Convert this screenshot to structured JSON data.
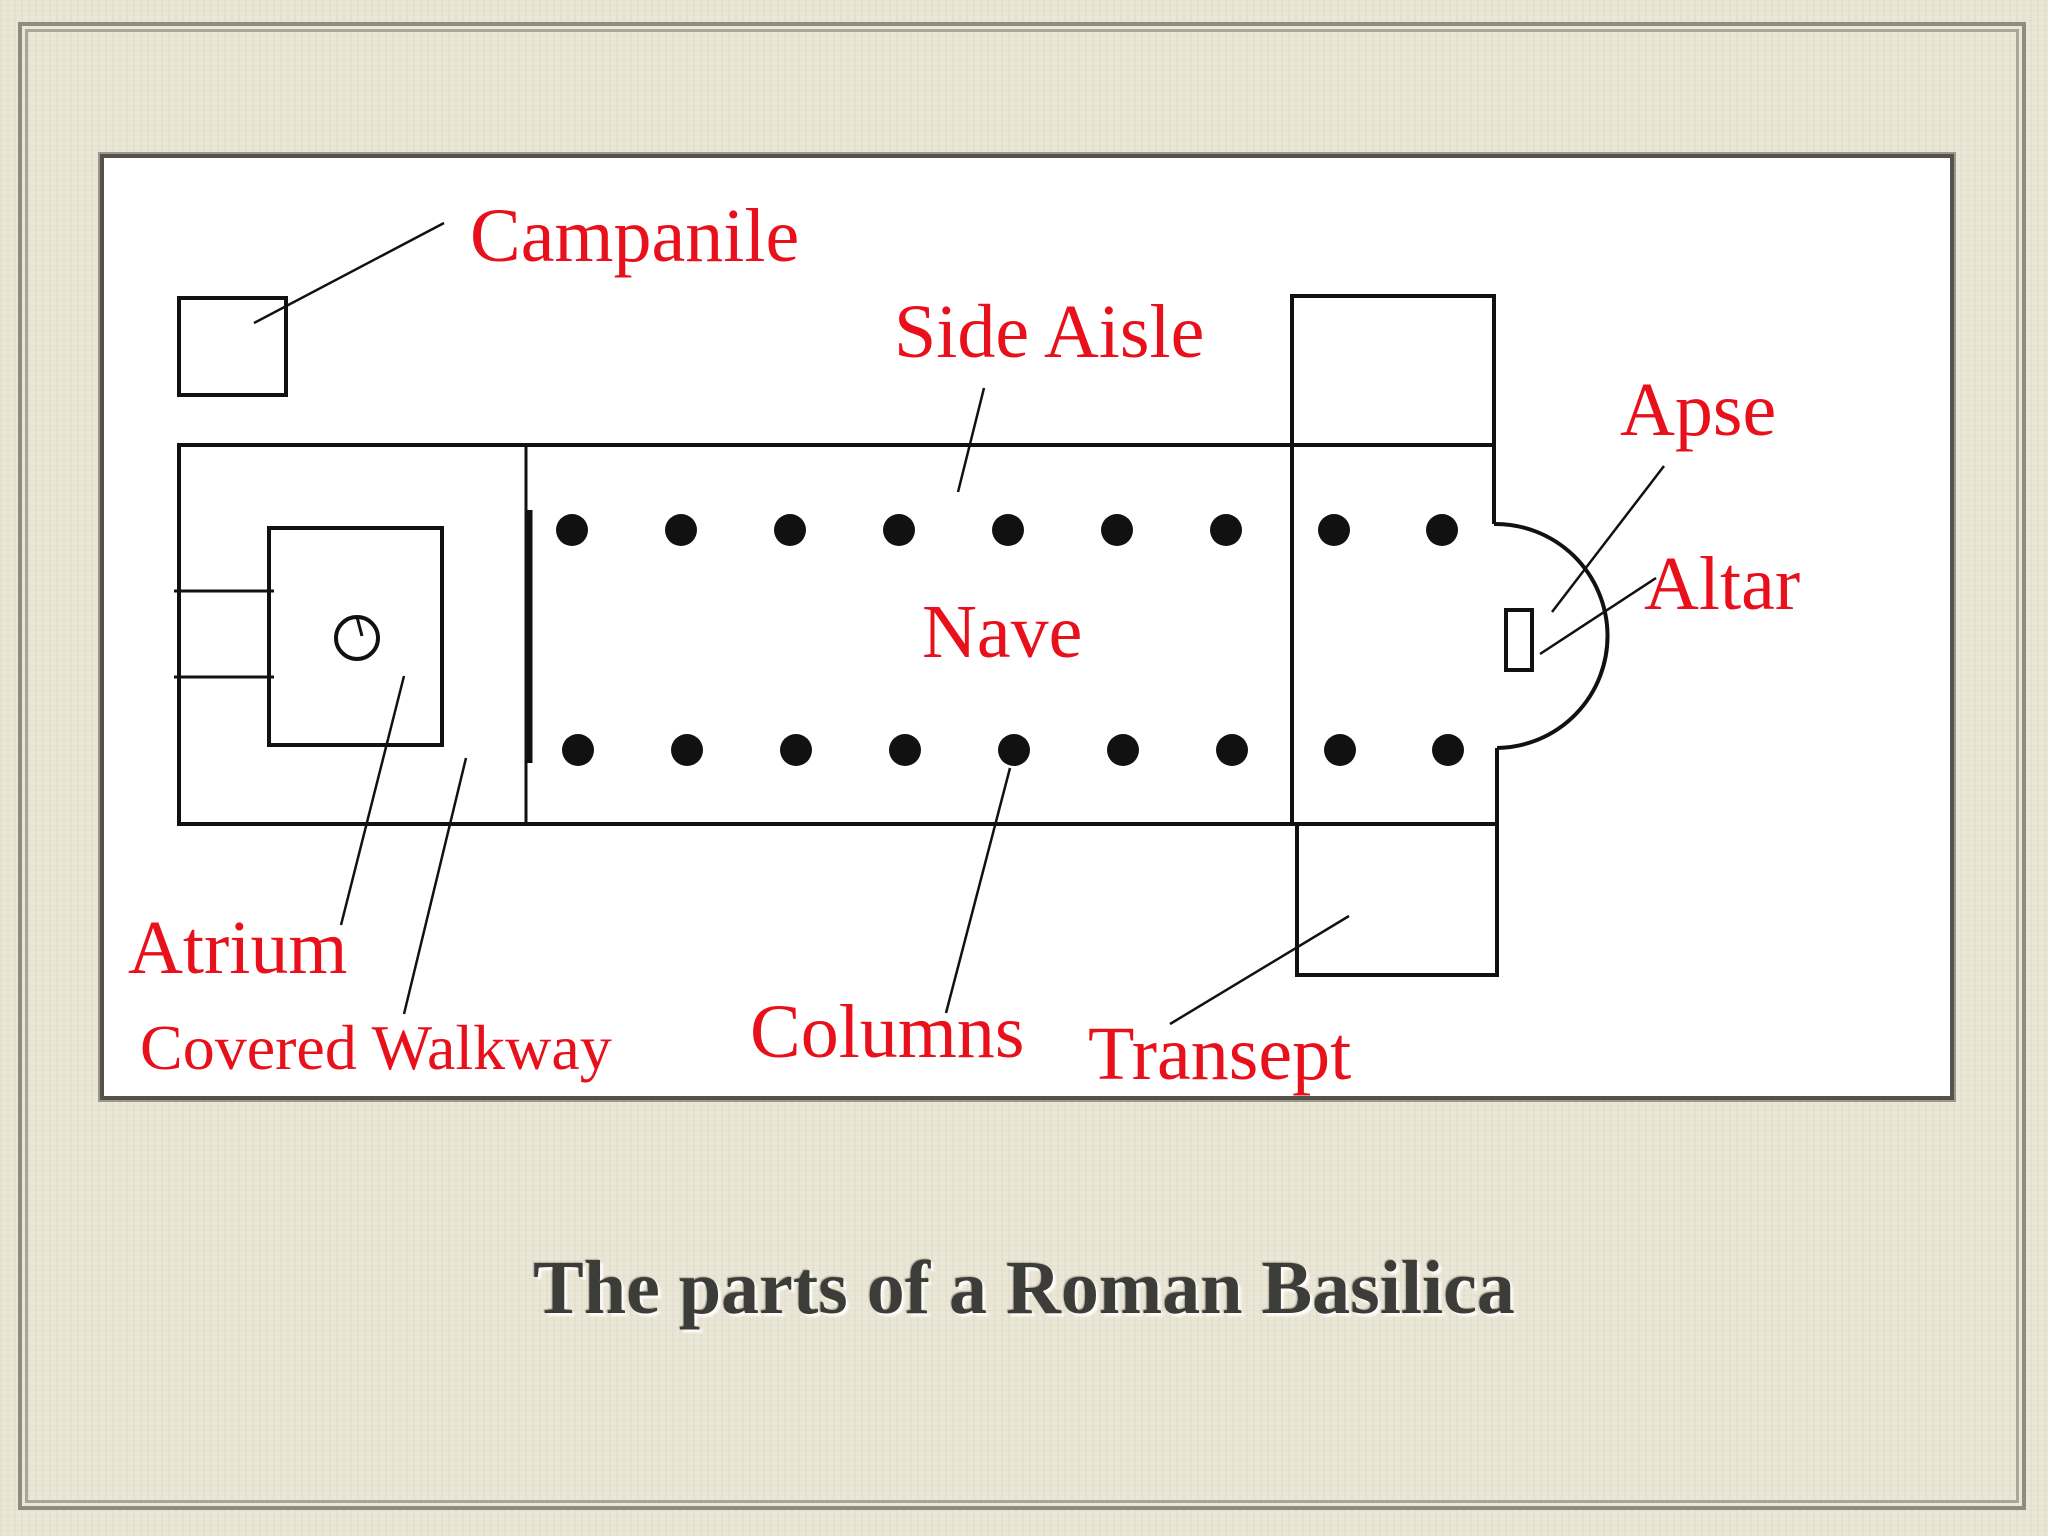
{
  "slide": {
    "title": "The parts of a Roman Basilica"
  },
  "diagram": {
    "labels": {
      "campanile": "Campanile",
      "side_aisle": "Side Aisle",
      "apse": "Apse",
      "altar": "Altar",
      "nave": "Nave",
      "atrium": "Atrium",
      "covered_walkway": "Covered Walkway",
      "columns": "Columns",
      "transept": "Transept"
    },
    "label_color": "#e8101a",
    "line_color": "#111111"
  }
}
